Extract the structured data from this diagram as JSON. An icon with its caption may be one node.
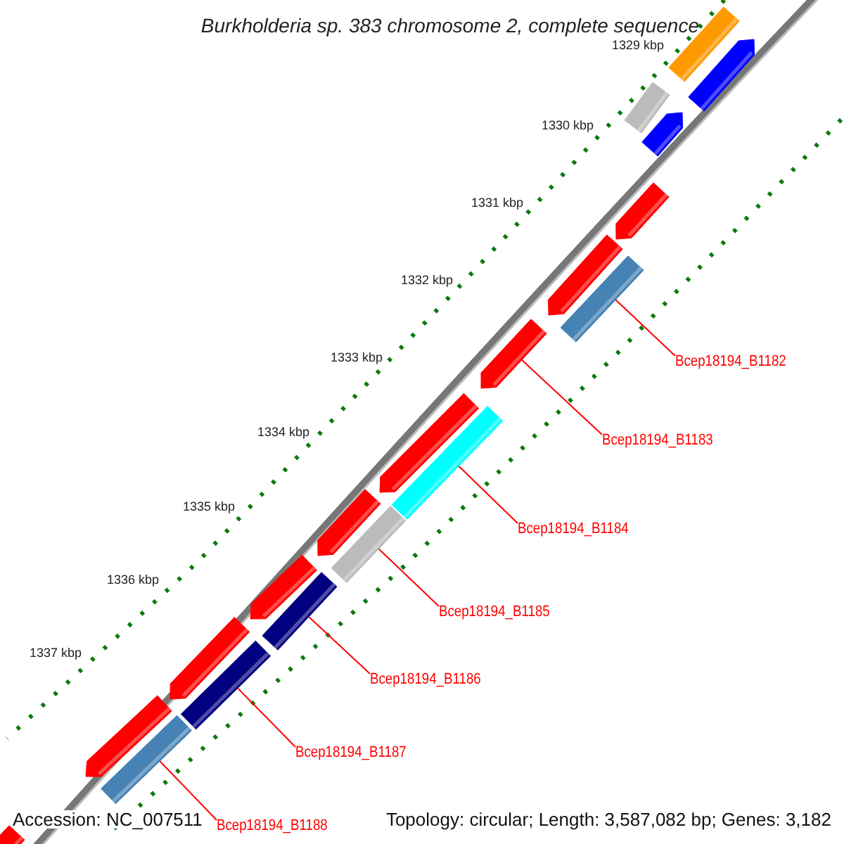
{
  "diagram": {
    "title": "Burkholderia sp. 383 chromosome 2, complete sequence",
    "nodes": [
      {
        "text": [
          "Bcep18194_B1182"
        ]
      },
      {
        "text": [
          "Bcep18194_B1183"
        ]
      },
      {
        "text": [
          "Bcep18194_B1184"
        ]
      },
      {
        "text": [
          "Bcep18194_B1185"
        ]
      },
      {
        "text": [
          "Bcep18194_B1186"
        ]
      },
      {
        "text": [
          "Bcep18194_B1187"
        ]
      },
      {
        "text": [
          "Bcep18194_B1188"
        ]
      },
      {
        "text": [],
        "shape": "bar"
      },
      {
        "text": [],
        "shape": "bar"
      },
      {
        "text": [],
        "shape": "bar"
      },
      {
        "text": [],
        "shape": "bar"
      },
      {
        "text": [],
        "shape": "bar"
      },
      {
        "text": [],
        "shape": "bar"
      },
      {
        "text": [],
        "shape": "bar"
      }
    ],
    "edges": [
      {
        "from": 0,
        "to": 7,
        "arrow": "none"
      },
      {
        "from": 1,
        "to": 8,
        "arrow": "none"
      },
      {
        "from": 2,
        "to": 9,
        "arrow": "none"
      },
      {
        "from": 3,
        "to": 10,
        "arrow": "none"
      },
      {
        "from": 4,
        "to": 11,
        "arrow": "none"
      },
      {
        "from": 5,
        "to": 12,
        "arrow": "none"
      },
      {
        "from": 6,
        "to": 13,
        "arrow": "none"
      }
    ],
    "labels": [
      "1329 kbp",
      "1330 kbp",
      "1331 kbp",
      "1332 kbp",
      "1333 kbp",
      "1334 kbp",
      "1335 kbp",
      "1336 kbp",
      "1337 kbp",
      "Accession: NC_007511",
      "Topology: circular; Length: 3,587,082 bp; Genes: 3,182"
    ]
  }
}
